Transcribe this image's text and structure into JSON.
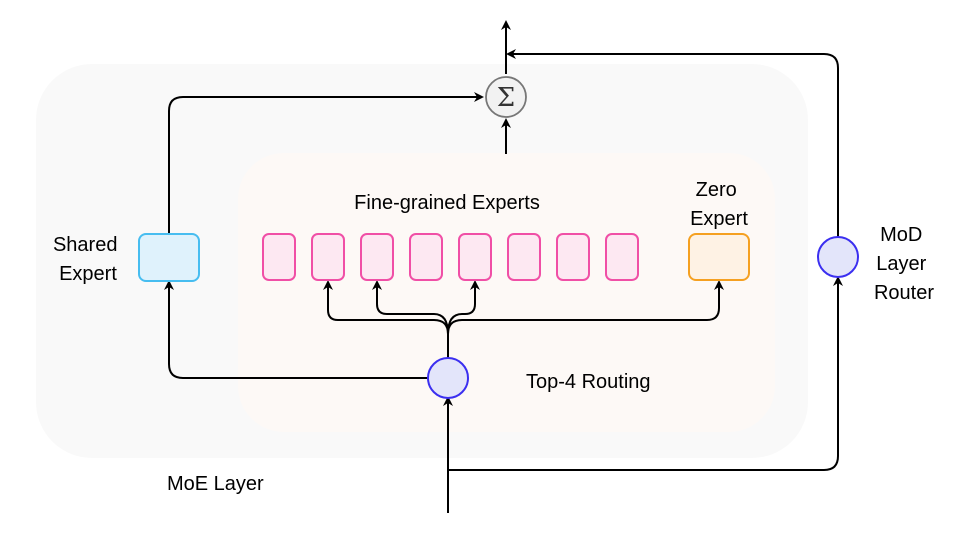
{
  "diagram": {
    "moe_layer_label": "MoE Layer",
    "fine_grained_title": "Fine-grained Experts",
    "shared_expert_label": [
      "Shared",
      "Expert"
    ],
    "zero_expert_label": [
      "Zero",
      "Expert"
    ],
    "routing_label": "Top-4 Routing",
    "mod_router_label": [
      "MoD",
      "Layer",
      "Router"
    ],
    "sum_symbol": "Σ",
    "fine_grained_expert_count": 8,
    "routed_expert_indices": [
      1,
      2,
      4
    ],
    "routes_to_zero_expert": true,
    "colors": {
      "outer_container_fill": "#f9f9f9",
      "inner_container_fill": "#fdf9f6",
      "shared_expert_fill": "#dff2fc",
      "shared_expert_stroke": "#47bdf0",
      "fine_expert_fill": "#fde8f2",
      "fine_expert_stroke": "#f04fa6",
      "zero_expert_fill": "#fef2e4",
      "zero_expert_stroke": "#f5a020",
      "router_fill": "#e3e5fa",
      "router_stroke": "#3b2ff0",
      "sum_fill": "#f2f2f2",
      "sum_stroke": "#777777",
      "wire": "#000000"
    }
  }
}
